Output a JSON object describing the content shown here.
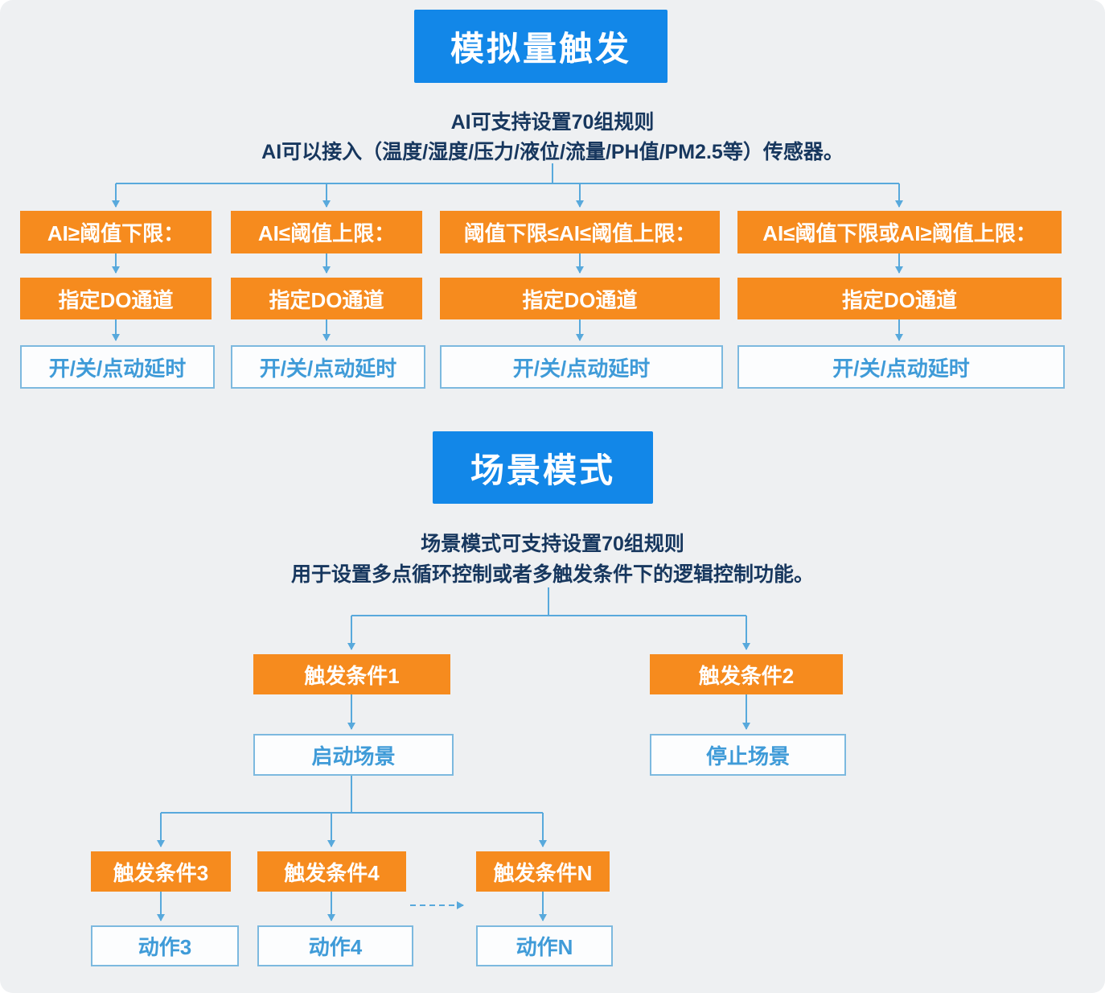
{
  "colors": {
    "header_blue": "#1287e8",
    "box_orange": "#f68b1e",
    "connector_blue": "#58a9dc",
    "dark_text": "#17375e",
    "light_blue_text": "#3f9bd8",
    "background_gray": "#eef0f2"
  },
  "analog": {
    "title": "模拟量触发",
    "desc1": "AI可支持设置70组规则",
    "desc2": "AI可以接入（温度/湿度/压力/液位/流量/PH值/PM2.5等）传感器。",
    "branches": [
      {
        "condition": "AI≥阈值下限：",
        "channel": "指定DO通道",
        "output": "开/关/点动延时"
      },
      {
        "condition": "AI≤阈值上限：",
        "channel": "指定DO通道",
        "output": "开/关/点动延时"
      },
      {
        "condition": "阈值下限≤AI≤阈值上限：",
        "channel": "指定DO通道",
        "output": "开/关/点动延时"
      },
      {
        "condition": "AI≤阈值下限或AI≥阈值上限：",
        "channel": "指定DO通道",
        "output": "开/关/点动延时"
      }
    ]
  },
  "scene": {
    "title": "场景模式",
    "desc1": "场景模式可支持设置70组规则",
    "desc2": "用于设置多点循环控制或者多触发条件下的逻辑控制功能。",
    "main_branches": [
      {
        "trigger": "触发条件1",
        "action": "启动场景"
      },
      {
        "trigger": "触发条件2",
        "action": "停止场景"
      }
    ],
    "sub_branches": [
      {
        "trigger": "触发条件3",
        "action": "动作3"
      },
      {
        "trigger": "触发条件4",
        "action": "动作4"
      },
      {
        "trigger": "触发条件N",
        "action": "动作N"
      }
    ]
  }
}
